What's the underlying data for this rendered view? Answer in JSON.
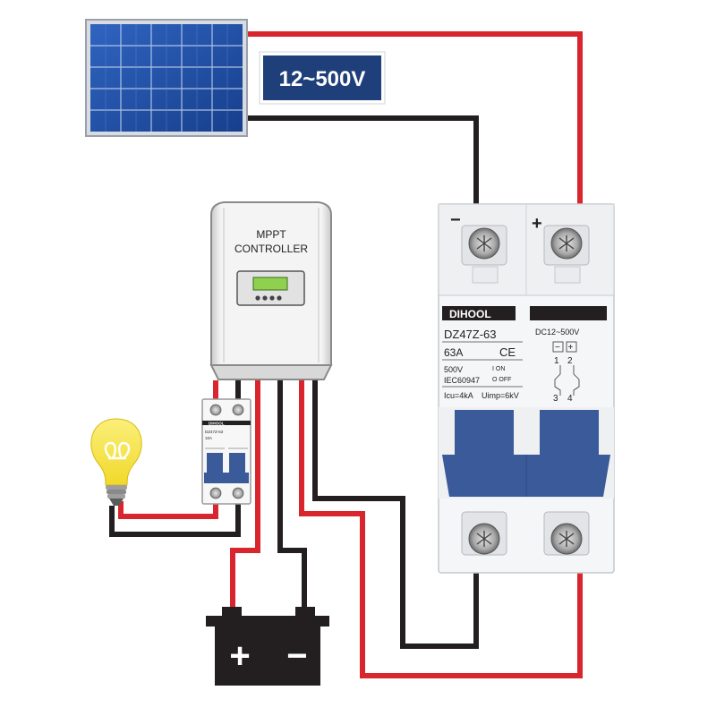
{
  "voltage_badge": "12~500V",
  "mppt": {
    "line1": "MPPT",
    "line2": "CONTROLLER"
  },
  "breaker": {
    "neg_symbol": "−",
    "pos_symbol": "+",
    "brand": "DIHOOL",
    "model": "DZ47Z-63",
    "dc_range": "DC12~500V",
    "current": "63A",
    "ce_mark": "CE",
    "voltage": "500V",
    "standard": "IEC60947",
    "on_label": "I  ON",
    "off_label": "O  OFF",
    "icu": "Icu=4kA",
    "uimp": "Uimp=6kV",
    "term_minus": "−",
    "term_plus": "+",
    "term_1": "1",
    "term_2": "2",
    "term_3": "3",
    "term_4": "4"
  },
  "small_breaker": {
    "brand": "DIHOOL",
    "model": "DZ47Z-63",
    "current": "10A"
  },
  "battery": {
    "plus": "+",
    "minus": "−"
  },
  "colors": {
    "wire_positive": "#d9262e",
    "wire_negative": "#231f20",
    "badge_bg": "#1f3f7a",
    "breaker_blue": "#3a5a9a",
    "bulb_yellow": "#f6e54a",
    "panel_blue": "#1f4fa0"
  }
}
